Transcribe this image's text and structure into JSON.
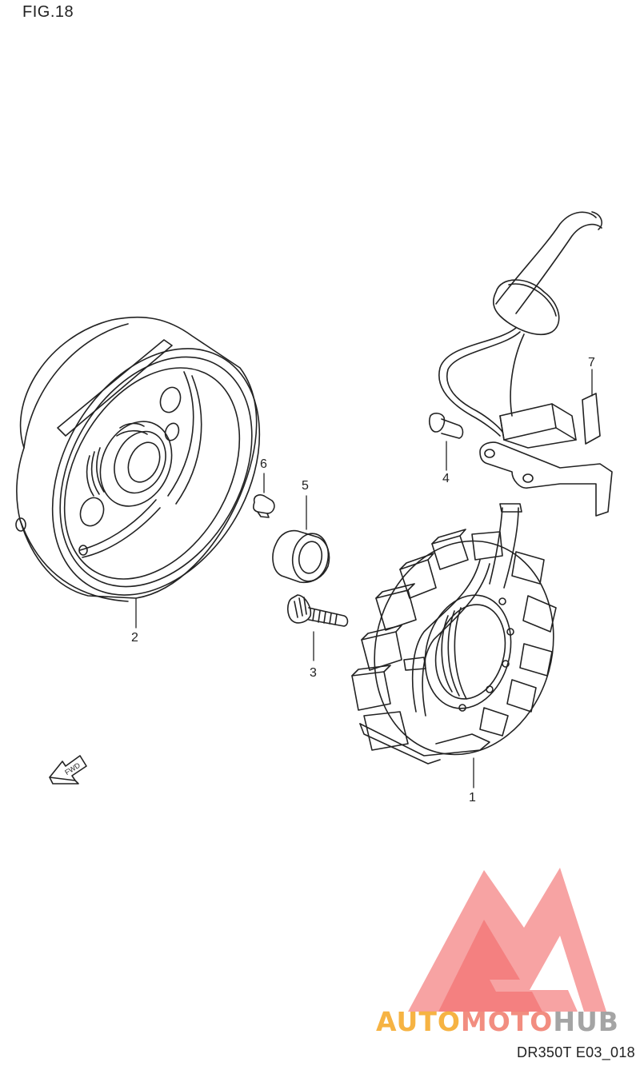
{
  "figure": {
    "title": "FIG.18",
    "code": "DR350T E03_018"
  },
  "callouts": [
    {
      "id": "1",
      "label": "1"
    },
    {
      "id": "2",
      "label": "2"
    },
    {
      "id": "3",
      "label": "3"
    },
    {
      "id": "4",
      "label": "4"
    },
    {
      "id": "5",
      "label": "5"
    },
    {
      "id": "6",
      "label": "6"
    },
    {
      "id": "7",
      "label": "7"
    }
  ],
  "fwd_marker": {
    "label": "FWD"
  },
  "watermark": {
    "part1": "AUTO",
    "part2": "MOTO",
    "part3": "HUB",
    "colors": {
      "auto": "#f5a623",
      "moto": "#f07a6a",
      "hub": "#9b9b9b",
      "logo": "#f26b6b"
    }
  },
  "colors": {
    "line": "#222222",
    "background": "#ffffff"
  }
}
